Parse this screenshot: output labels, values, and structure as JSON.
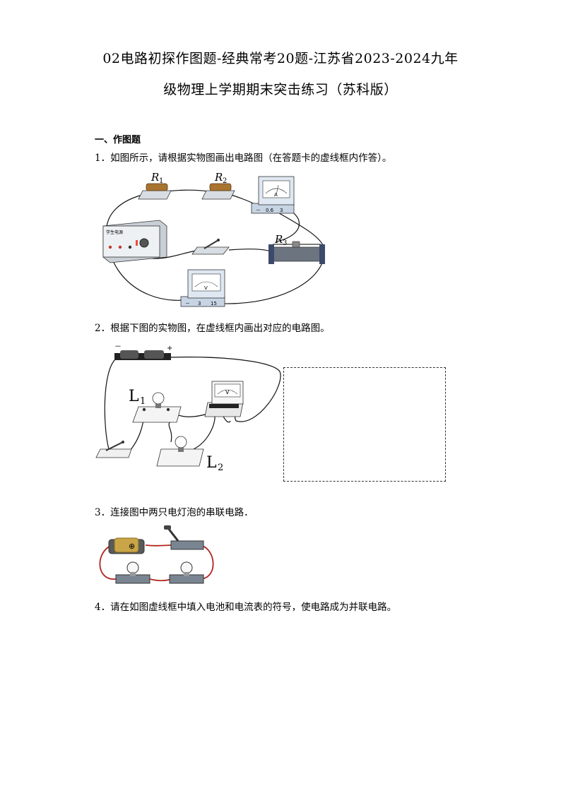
{
  "title_line1": "02电路初探作图题-经典常考20题-江苏省2023-2024九年",
  "title_line2": "级物理上学期期末突击练习（苏科版）",
  "section": "一、作图题",
  "questions": [
    {
      "text": "1．如图所示，请根据实物图画出电路图（在答题卡的虚线框内作答）。"
    },
    {
      "text": "2．根据下图的实物图，在虚线框内画出对应的电路图。"
    },
    {
      "text": "3．连接图中两只电灯泡的串联电路．"
    },
    {
      "text": "4．请在如图虚线框中填入电池和电流表的符号，使电路成为并联电路。"
    }
  ],
  "fig1": {
    "r1": "R",
    "r1_sub": "1",
    "r2": "R",
    "r2_sub": "2",
    "r3": "R",
    "r3_sub": "3",
    "supply_label": "学生电源",
    "ammeter_scale": [
      "－",
      "0.6",
      "3"
    ],
    "ammeter_symbol": "A",
    "voltmeter_scale": [
      "－",
      "3",
      "15"
    ],
    "voltmeter_symbol": "V"
  },
  "fig2": {
    "l1": "L",
    "l1_sub": "1",
    "l2": "L",
    "l2_sub": "2",
    "battery_minus": "－",
    "battery_plus": "+",
    "meter_symbol": "V"
  },
  "fig3": {
    "battery_plus": "⊕"
  }
}
